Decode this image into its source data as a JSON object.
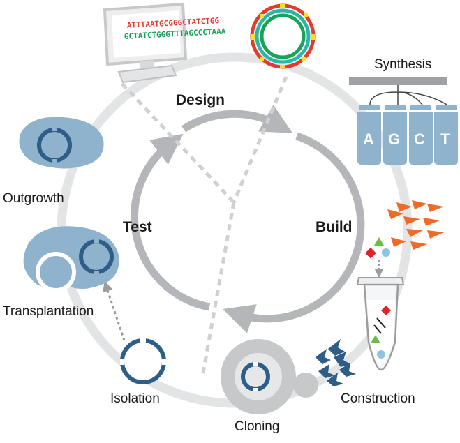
{
  "phases": {
    "design": "Design",
    "build": "Build",
    "test": "Test"
  },
  "stages": {
    "synthesis": "Synthesis",
    "construction": "Construction",
    "cloning": "Cloning",
    "isolation": "Isolation",
    "transplantation": "Transplantation",
    "outgrowth": "Outgrowth"
  },
  "sequence": {
    "line1": "ATTTAATGCGGGCTATCTGG",
    "line2": "GCTATCTGGGTTTAGCCCTAAA"
  },
  "vials": [
    "A",
    "G",
    "C",
    "T"
  ],
  "colors": {
    "ring": "#e3e4e6",
    "arrow_gray": "#b4b6b9",
    "cell_blue": "#8fb3cc",
    "genome_blue": "#2e5d87",
    "orange": "#f26a28",
    "red": "#e3212b",
    "green": "#6cbd45",
    "light_blue": "#8ec4e2",
    "yellow": "#f4e21b",
    "dna_red": "#e33b2e",
    "dna_green": "#17a35a",
    "dna_teal": "#2bb7a7"
  }
}
